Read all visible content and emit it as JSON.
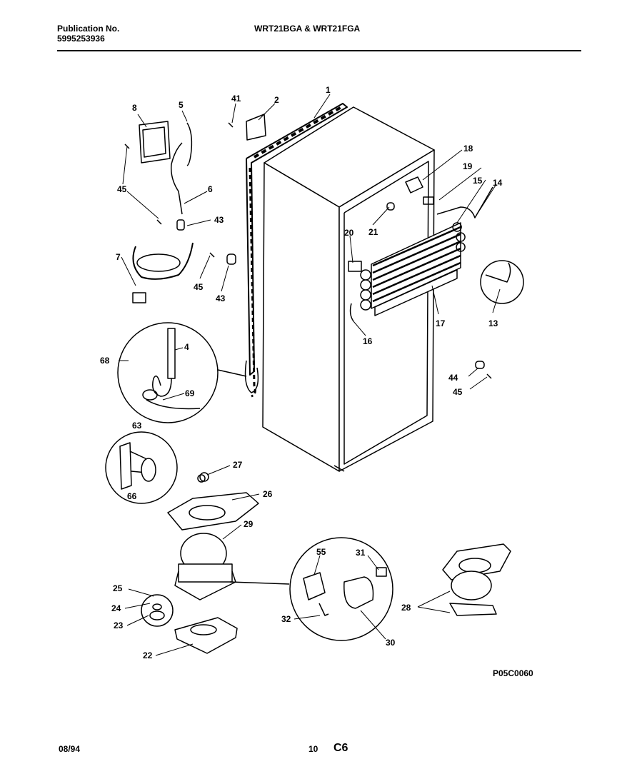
{
  "header": {
    "publication_label": "Publication No.",
    "publication_number": "5995253936",
    "models": "WRT21BGA & WRT21FGA"
  },
  "figure_ref": "P05C0060",
  "footer": {
    "date": "08/94",
    "page": "10",
    "section": "C6"
  },
  "callouts": {
    "c1": "1",
    "c2": "2",
    "c41": "41",
    "c5": "5",
    "c8": "8",
    "c45a": "45",
    "c6": "6",
    "c43a": "43",
    "c7": "7",
    "c45b": "45",
    "c43b": "43",
    "c18": "18",
    "c19": "19",
    "c15": "15",
    "c14": "14",
    "c21": "21",
    "c20": "20",
    "c13": "13",
    "c17": "17",
    "c16": "16",
    "c68": "68",
    "c4": "4",
    "c69": "69",
    "c44": "44",
    "c45c": "45",
    "c63": "63",
    "c66": "66",
    "c27": "27",
    "c26": "26",
    "c29": "29",
    "c55": "55",
    "c31": "31",
    "c25": "25",
    "c24": "24",
    "c23": "23",
    "c28": "28",
    "c32": "32",
    "c30": "30",
    "c22": "22"
  }
}
